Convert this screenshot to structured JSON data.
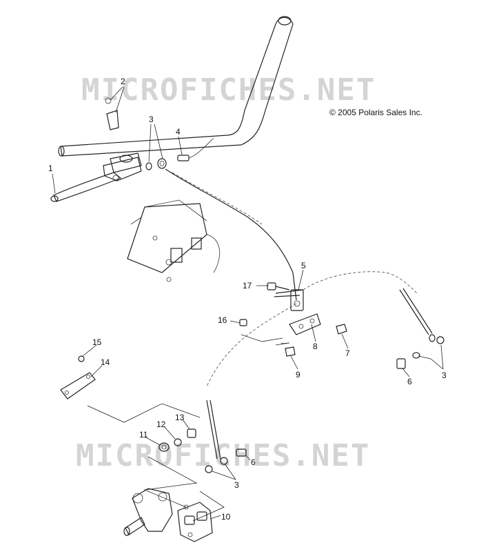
{
  "watermark": "MICROFICHES.NET",
  "copyright": "© 2005 Polaris Sales Inc.",
  "callouts": {
    "c1": "1",
    "c2": "2",
    "c3a": "3",
    "c4": "4",
    "c5": "5",
    "c17": "17",
    "c16": "16",
    "c8": "8",
    "c7": "7",
    "c9": "9",
    "c6a": "6",
    "c3b": "3",
    "c15": "15",
    "c14": "14",
    "c13": "13",
    "c12": "12",
    "c11": "11",
    "c6b": "6",
    "c3c": "3",
    "c10": "10"
  }
}
